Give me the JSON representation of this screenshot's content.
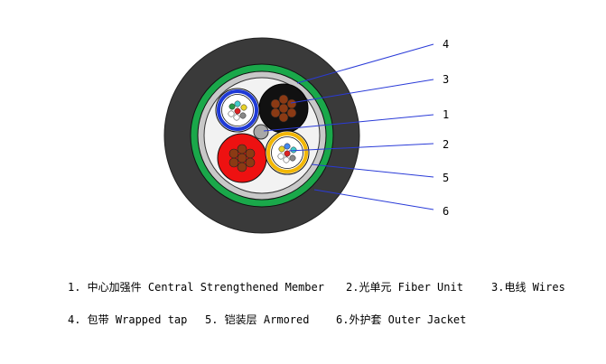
{
  "callouts": [
    {
      "id": "4",
      "label": "4"
    },
    {
      "id": "3",
      "label": "3"
    },
    {
      "id": "1",
      "label": "1"
    },
    {
      "id": "2",
      "label": "2"
    },
    {
      "id": "5",
      "label": "5"
    },
    {
      "id": "6",
      "label": "6"
    }
  ],
  "legend": {
    "row1": [
      "1. 中心加强件 Central Strengthened Member",
      "2.光单元 Fiber Unit",
      "3.电线 Wires"
    ],
    "row2": [
      "4. 包带 Wrapped tap",
      "5. 铠装层 Armored",
      "6.外护套 Outer Jacket"
    ]
  },
  "colors": {
    "outer_jacket": "#3a3a3a",
    "armor_green": "#1aa84a",
    "wrap_gray": "#c8c8c8",
    "core_fill": "#f2f2f2",
    "fiber_unit_blue": "#1f3ad6",
    "fiber_unit_yellow": "#f2b705",
    "wire_black": "#111111",
    "wire_red": "#ee1111",
    "copper": "#8b3a14",
    "leader_line": "#2a3bd8"
  }
}
